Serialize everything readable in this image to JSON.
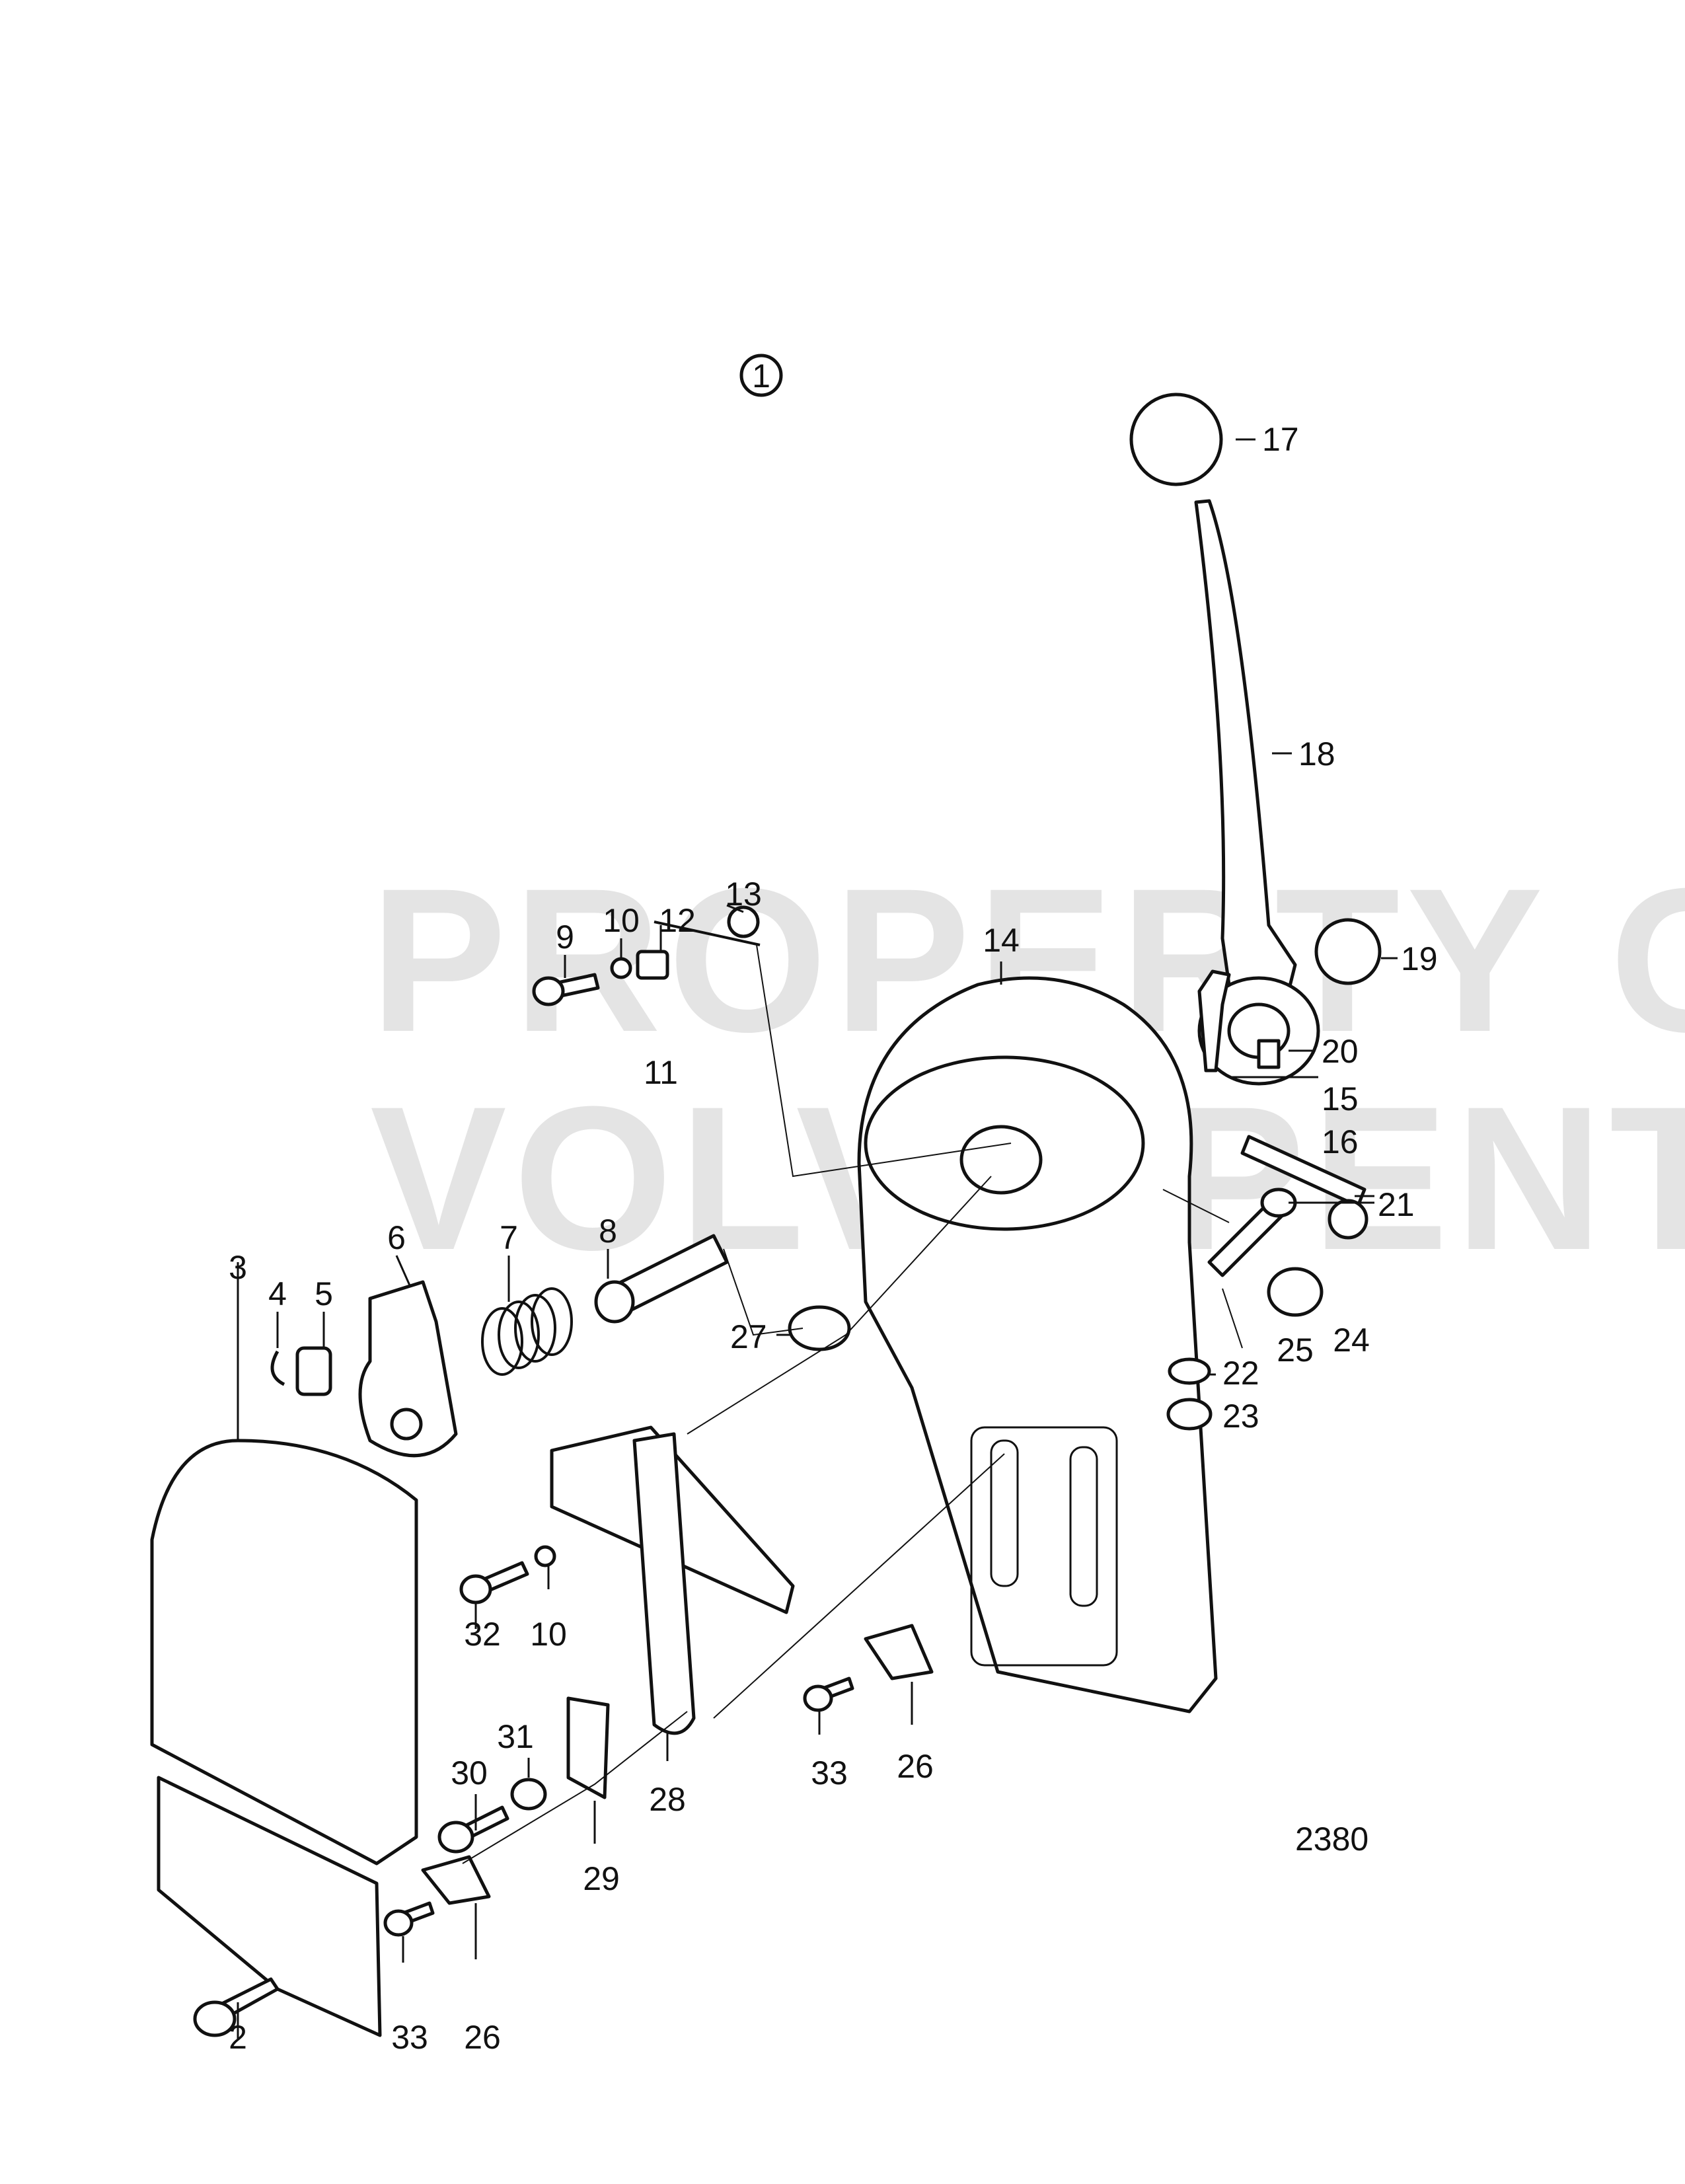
{
  "figure": {
    "group_marker": "1",
    "drawing_number": "2380",
    "watermark": [
      "PROPERTY OF",
      "VOLVO PENTA"
    ]
  },
  "labels": [
    {
      "text": "2"
    },
    {
      "text": "3"
    },
    {
      "text": "4"
    },
    {
      "text": "5"
    },
    {
      "text": "6"
    },
    {
      "text": "7"
    },
    {
      "text": "8"
    },
    {
      "text": "9"
    },
    {
      "text": "10"
    },
    {
      "text": "11"
    },
    {
      "text": "12"
    },
    {
      "text": "13"
    },
    {
      "text": "14"
    },
    {
      "text": "15"
    },
    {
      "text": "16"
    },
    {
      "text": "17"
    },
    {
      "text": "18"
    },
    {
      "text": "19"
    },
    {
      "text": "20"
    },
    {
      "text": "21"
    },
    {
      "text": "22"
    },
    {
      "text": "23"
    },
    {
      "text": "24"
    },
    {
      "text": "25"
    },
    {
      "text": "27"
    },
    {
      "text": "10"
    },
    {
      "text": "32"
    },
    {
      "text": "28"
    },
    {
      "text": "31"
    },
    {
      "text": "30"
    },
    {
      "text": "29"
    },
    {
      "text": "33"
    },
    {
      "text": "26"
    },
    {
      "text": "33"
    },
    {
      "text": "26"
    }
  ]
}
